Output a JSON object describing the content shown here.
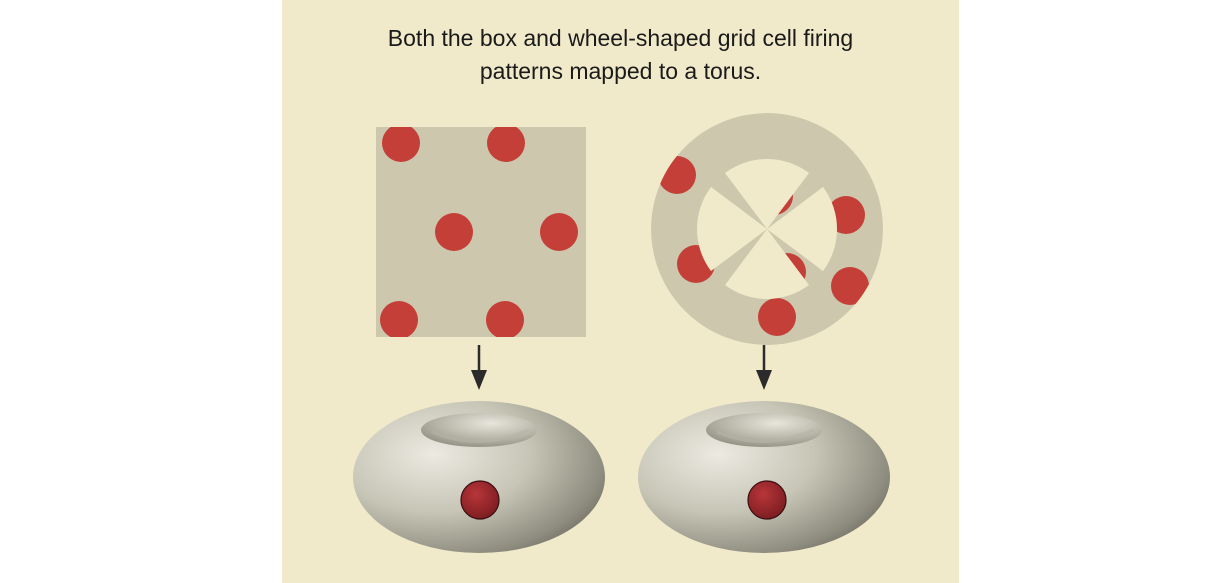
{
  "caption": {
    "line1": "Both the box and wheel-shaped grid cell firing",
    "line2": "patterns mapped to a torus."
  },
  "colors": {
    "background": "#f0eaca",
    "environment": "#cdc8ad",
    "firing_field": "#c33f38",
    "arrow": "#2b2b2b",
    "torus_light": "#e4e2d8",
    "torus_dark": "#5c5a4f",
    "torus_dot": "#8d2124"
  },
  "panels": [
    {
      "name": "box",
      "shape": "square",
      "mapped_to": "torus"
    },
    {
      "name": "wheel",
      "shape": "wheel",
      "mapped_to": "torus"
    }
  ]
}
